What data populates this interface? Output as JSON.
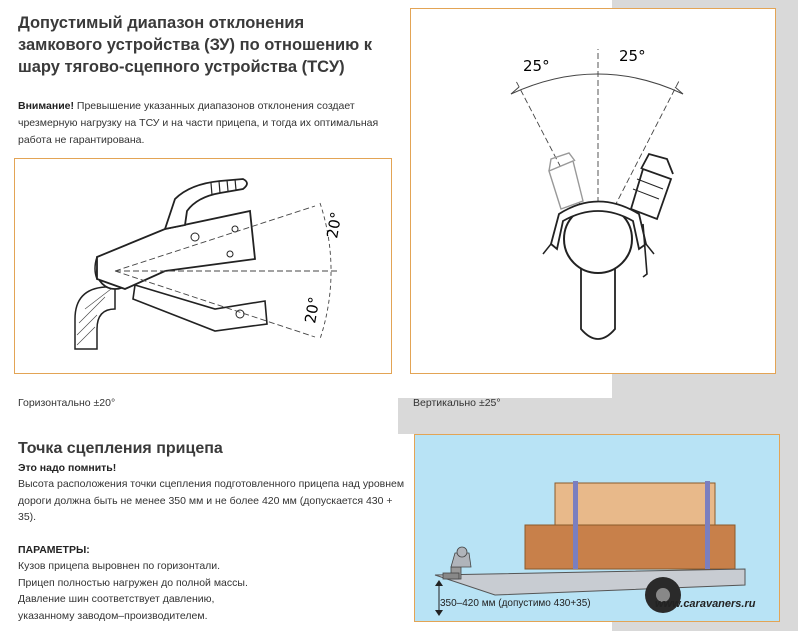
{
  "section1": {
    "title": "Допустимый диапазон отклонения замкового устройства (ЗУ) по отношению к шару тягово-сцепного устройства (ТСУ)",
    "warning_label": "Внимание!",
    "warning_text": "Превышение указанных диапазонов отклонения создает чрезмерную нагрузку на ТСУ и на части прицепа, и тогда их оптимальная работа не гарантирована."
  },
  "diagram_horizontal": {
    "angle_top": "20°",
    "angle_bottom": "20°",
    "caption": "Горизонтально ±20°"
  },
  "diagram_vertical": {
    "angle_left": "25°",
    "angle_right": "25°",
    "caption": "Вертикально ±25°"
  },
  "section2": {
    "title": "Точка сцепления прицепа",
    "subtitle": "Это надо помнить!",
    "body": "Высота расположения точки сцепления подготовленного прицепа над уровнем дороги должна быть не менее 350 мм и не более 420 мм (допускается 430 + 35).",
    "params_title": "ПАРАМЕТРЫ:",
    "params": [
      "Кузов прицепа выровнен по горизонтали.",
      "Прицеп полностью нагружен до полной массы.",
      "Давление шин соответствует давлению,",
      "указанному заводом–производителем."
    ]
  },
  "trailer_diagram": {
    "measure": "350–420 мм (допустимо 430+35)",
    "watermark": "www.caravaners.ru"
  },
  "colors": {
    "panel_border": "#e3a455",
    "sky": "#b8e3f5",
    "box": "#c8804a",
    "strip": "#d9d9d9"
  }
}
